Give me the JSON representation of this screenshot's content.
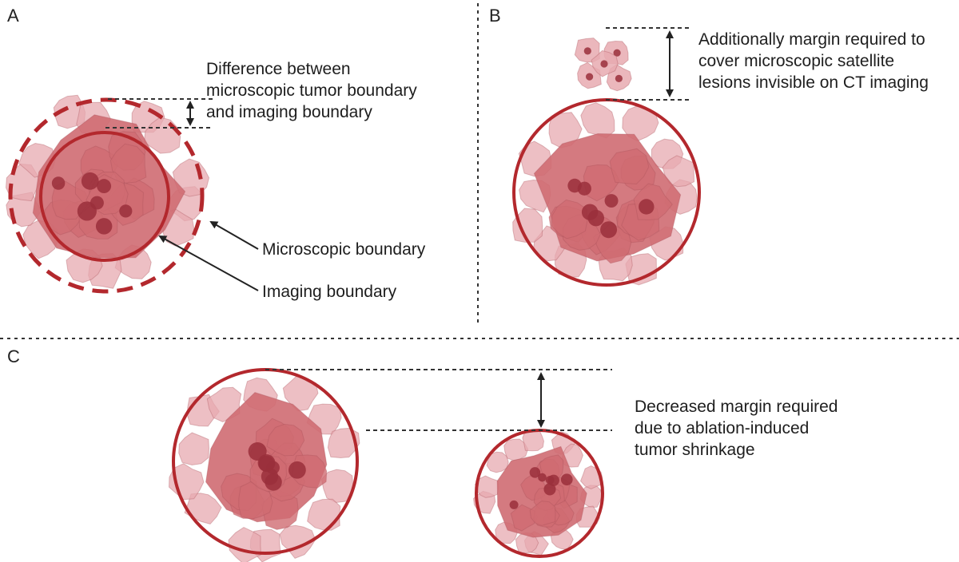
{
  "panels": {
    "a": {
      "letter": "A",
      "difference_note": "Difference between\nmicroscopic tumor boundary\nand imaging boundary",
      "microscopic_boundary_label": "Microscopic boundary",
      "imaging_boundary_label": "Imaging boundary"
    },
    "b": {
      "letter": "B",
      "satellite_note": "Additionally margin required to\ncover microscopic satellite\nlesions invisible on CT imaging"
    },
    "c": {
      "letter": "C",
      "shrinkage_note": "Decreased margin required\ndue to ablation-induced\ntumor shrinkage"
    }
  },
  "colors": {
    "boundary_red": "#b3282d",
    "cell_fill": "#cf6b72",
    "cell_fill_light": "#e7aab0",
    "nucleus": "#9a2f3b",
    "guide_line": "#333333"
  },
  "icons": {
    "tumor": "tumor-cluster-icon",
    "satellite": "satellite-lesion-icon"
  }
}
